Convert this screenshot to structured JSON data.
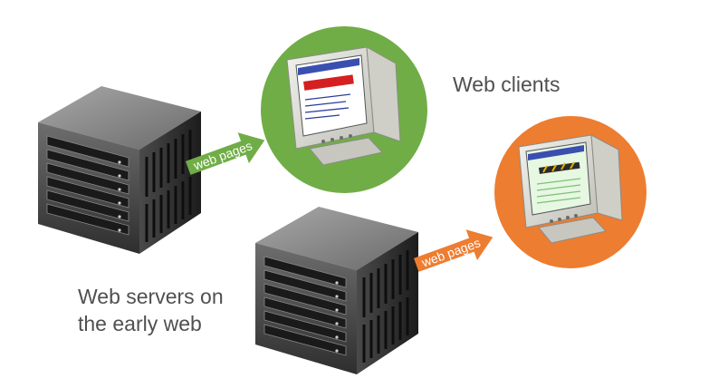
{
  "labels": {
    "web_clients": "Web clients",
    "web_servers_line1": "Web servers on",
    "web_servers_line2": "the early web"
  },
  "arrows": {
    "top": {
      "text": "web pages",
      "color": "#70ad47"
    },
    "bottom": {
      "text": "web pages",
      "color": "#ed7d31"
    }
  },
  "clients": {
    "top": {
      "circle_color": "#70ad47",
      "icon": "monitor-icon"
    },
    "bottom": {
      "circle_color": "#ed7d31",
      "icon": "monitor-icon"
    }
  },
  "servers": {
    "icon": "server-rack-icon",
    "color": "#3a3a3a"
  }
}
